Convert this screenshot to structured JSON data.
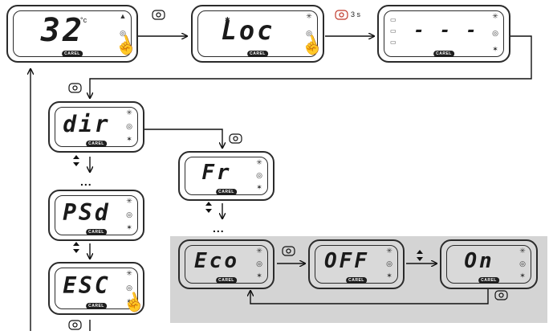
{
  "flow": {
    "press_duration": "3 s",
    "ellipsis": "..."
  },
  "displays": {
    "temp": {
      "text": "32",
      "unit": "°c"
    },
    "loc": {
      "text": "Loc"
    },
    "dashes": {
      "text": "- - -"
    },
    "dir": {
      "text": "dir"
    },
    "psd": {
      "text": "PSd"
    },
    "esc": {
      "text": "ESC"
    },
    "fr": {
      "text": "Fr"
    },
    "eco": {
      "text": "Eco"
    },
    "off": {
      "text": "OFF"
    },
    "on": {
      "text": "On"
    }
  },
  "logo": "CAREL"
}
